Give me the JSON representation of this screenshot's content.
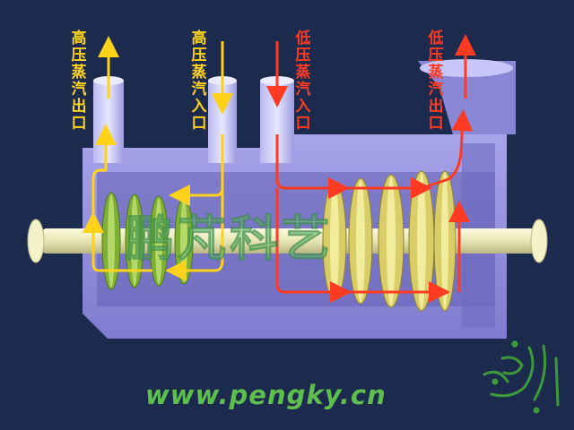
{
  "labels": {
    "hp_outlet": "高压蒸汽出口",
    "hp_inlet": "高压蒸汽入口",
    "lp_inlet": "低压蒸汽入口",
    "lp_outlet": "低压蒸汽出口"
  },
  "watermark": "鹏芃科艺",
  "site_url": "www.pengky.cn",
  "colors": {
    "background": "#1c2a4e",
    "casing": "#8f8cdc",
    "hp_flow": "#ffd21a",
    "lp_flow": "#ff3a22",
    "shaft": "#ecebbb",
    "hp_blades": "#8fbf3e",
    "lp_blades": "#d9cf6c",
    "url": "#5fbf4e"
  },
  "icons": {
    "calligraphy_logo": "green-arabic-calligraphy-emblem"
  }
}
